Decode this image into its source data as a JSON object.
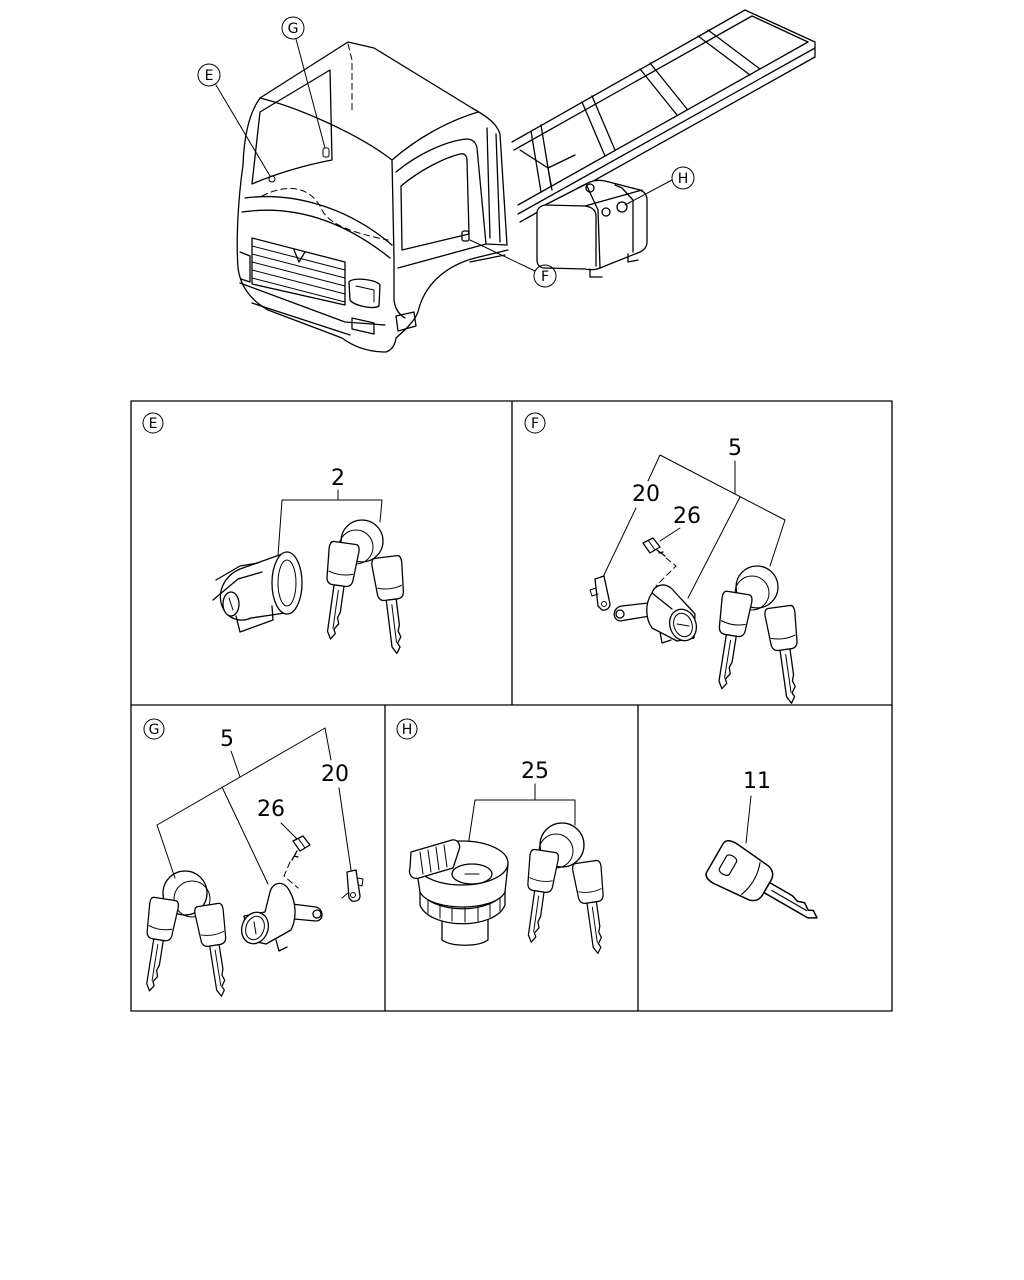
{
  "overview": {
    "callouts": {
      "e": "E",
      "g": "G",
      "h": "H",
      "f": "F"
    }
  },
  "panels": {
    "e": {
      "label": "E",
      "parts": {
        "p2": "2"
      }
    },
    "f": {
      "label": "F",
      "parts": {
        "p5": "5",
        "p20": "20",
        "p26": "26"
      }
    },
    "g": {
      "label": "G",
      "parts": {
        "p5": "5",
        "p20": "20",
        "p26": "26"
      }
    },
    "h": {
      "label": "H",
      "parts": {
        "p25": "25"
      }
    },
    "key": {
      "parts": {
        "p11": "11"
      }
    }
  }
}
